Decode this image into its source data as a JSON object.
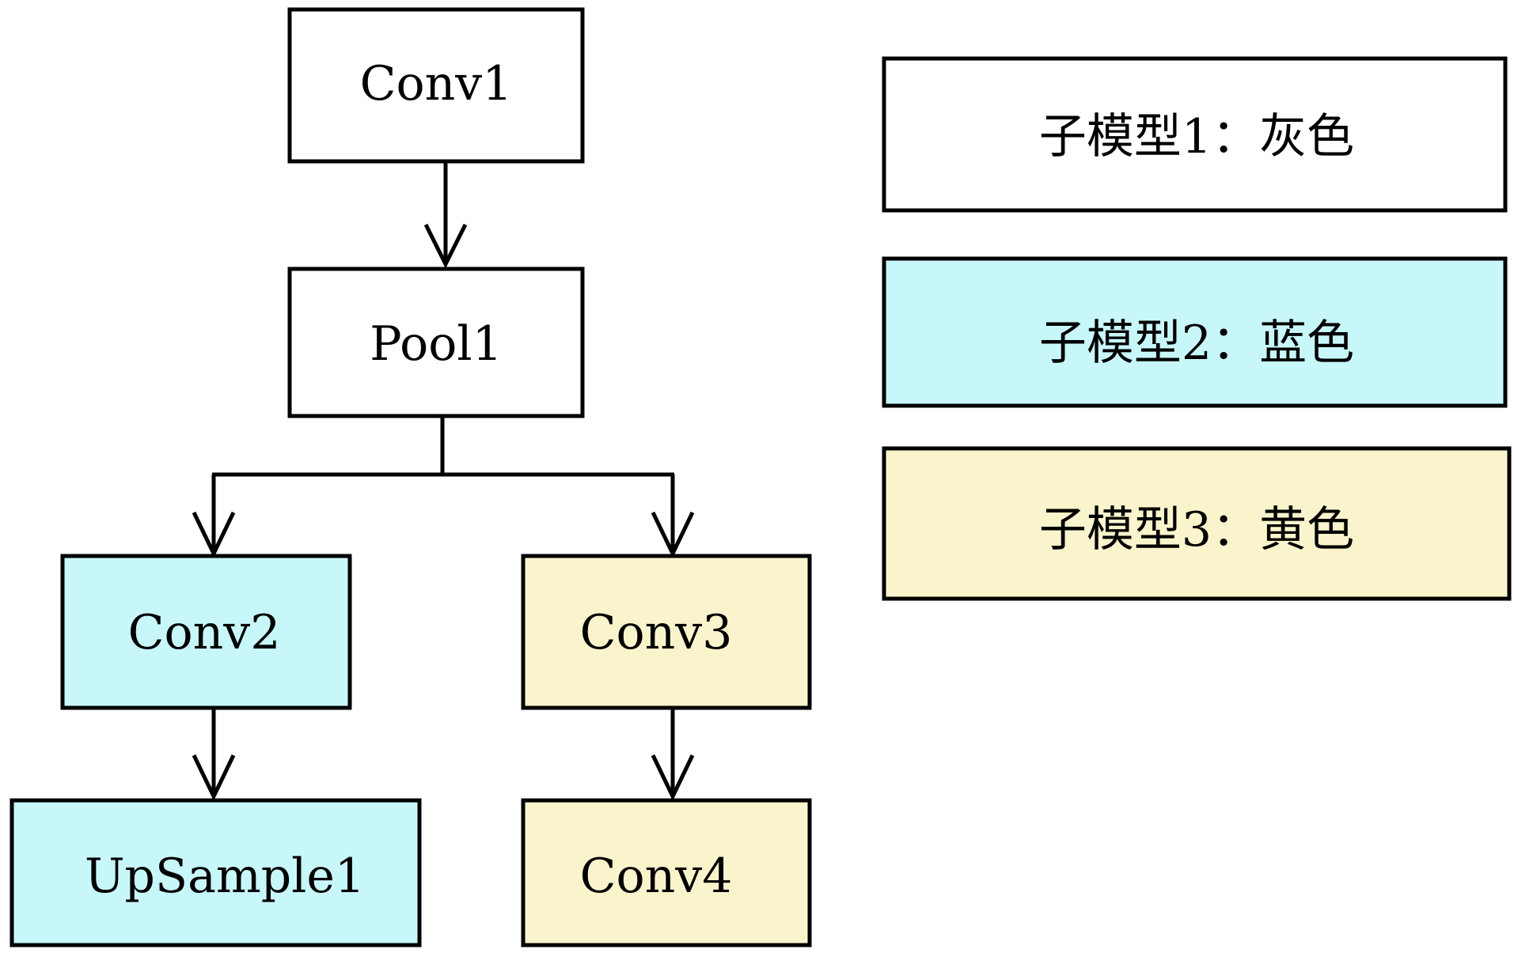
{
  "colors": {
    "gray": "#ffffff",
    "blue": "#c8f7fa",
    "yellow": "#faf4cc",
    "stroke": "#000000"
  },
  "nodes": {
    "conv1": {
      "label": "Conv1",
      "group": "gray"
    },
    "pool1": {
      "label": "Pool1",
      "group": "gray"
    },
    "conv2": {
      "label": "Conv2",
      "group": "blue"
    },
    "upsample1": {
      "label": "UpSample1",
      "group": "blue"
    },
    "conv3": {
      "label": "Conv3",
      "group": "yellow"
    },
    "conv4": {
      "label": "Conv4",
      "group": "yellow"
    }
  },
  "edges": [
    {
      "from": "conv1",
      "to": "pool1"
    },
    {
      "from": "pool1",
      "to": "conv2"
    },
    {
      "from": "pool1",
      "to": "conv3"
    },
    {
      "from": "conv2",
      "to": "upsample1"
    },
    {
      "from": "conv3",
      "to": "conv4"
    }
  ],
  "legend": [
    {
      "label": "子模型1：灰色",
      "group": "gray"
    },
    {
      "label": "子模型2：蓝色",
      "group": "blue"
    },
    {
      "label": "子模型3：黄色",
      "group": "yellow"
    }
  ]
}
